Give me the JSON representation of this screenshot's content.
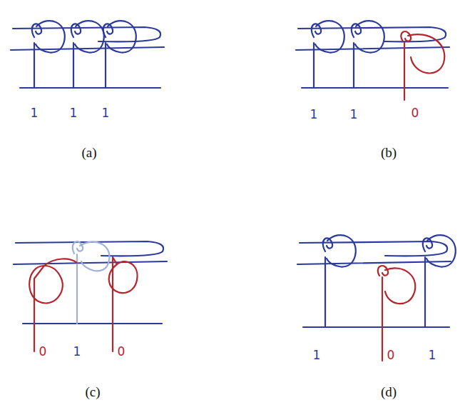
{
  "diagram": {
    "labels": [
      "1",
      "1",
      "1",
      "(a)",
      "1",
      "1",
      "0",
      "(b)",
      "0",
      "1",
      "0",
      "(c)",
      "1",
      "0",
      "1",
      "(d)"
    ]
  }
}
